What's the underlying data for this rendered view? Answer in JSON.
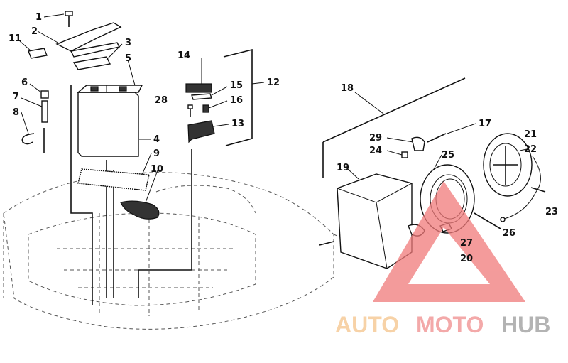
{
  "labels": {
    "l1": "1",
    "l2": "2",
    "l3": "3",
    "l4": "4",
    "l5": "5",
    "l6": "6",
    "l7": "7",
    "l8": "8",
    "l9": "9",
    "l10": "10",
    "l11": "11",
    "l12": "12",
    "l13": "13",
    "l14": "14",
    "l15": "15",
    "l16": "16",
    "l17": "17",
    "l18": "18",
    "l19": "19",
    "l20": "20",
    "l21": "21",
    "l22": "22",
    "l23": "23",
    "l24": "24",
    "l25": "25",
    "l26": "26",
    "l27": "27",
    "l28": "28",
    "l29": "29"
  },
  "watermark": {
    "part1": "AUTO",
    "part2": "MOTO",
    "part3": "HUB",
    "color1": "#f5c48a",
    "color2": "#f08d8d",
    "color3": "#9a9a9a",
    "triangle_color": "#f07a7a"
  }
}
